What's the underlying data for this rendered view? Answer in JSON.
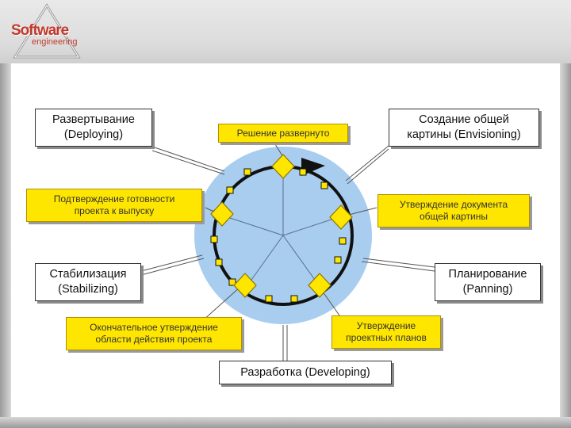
{
  "logo": {
    "line1": "Software",
    "line2": "engineering"
  },
  "phases": {
    "deploying": {
      "line1": "Развертывание",
      "line2": "(Deploying)"
    },
    "envisioning": {
      "line1": "Создание общей",
      "line2": "картины (Envisioning)"
    },
    "planning": {
      "line1": "Планирование",
      "line2": "(Panning)"
    },
    "developing": {
      "line1": "Разработка (Developing)"
    },
    "stabilizing": {
      "line1": "Стабилизация",
      "line2": "(Stabilizing)"
    }
  },
  "milestones": {
    "deployed": {
      "line1": "Решение развернуто"
    },
    "vision_approved": {
      "line1": "Утверждение документа",
      "line2": "общей картины"
    },
    "plans_approved": {
      "line1": "Утверждение",
      "line2": "проектных планов"
    },
    "scope_complete": {
      "line1": "Окончательное утверждение",
      "line2": "области действия проекта"
    },
    "release_ready": {
      "line1": "Подтверждение готовности",
      "line2": "проекта к выпуску"
    }
  },
  "colors": {
    "circle_fill": "#a9cdef",
    "milestone_yellow": "#ffe600",
    "path_color": "#111111"
  }
}
